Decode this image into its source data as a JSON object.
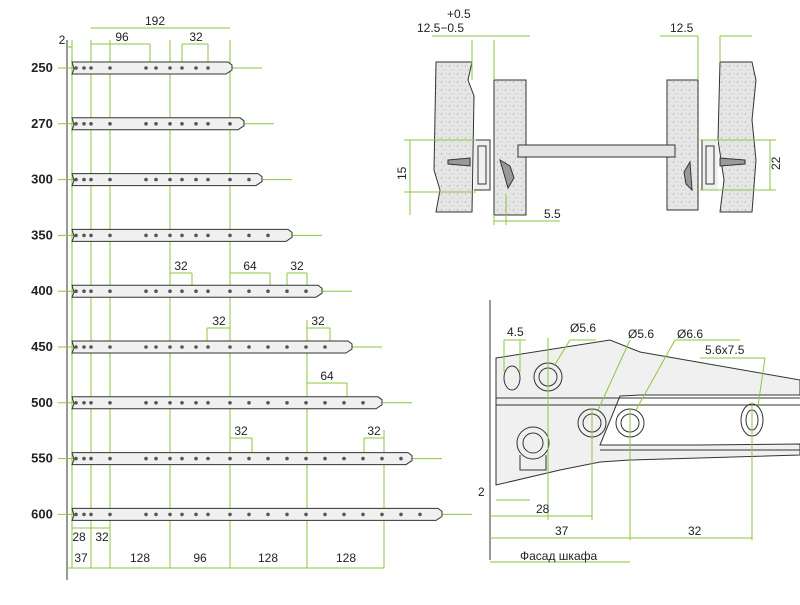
{
  "colors": {
    "dimension_line": "#8cc63f",
    "outline": "#333333",
    "particle_board": "#e3e3e3",
    "steel": "#f0f0f0",
    "hole": "#555555",
    "background": "#ffffff"
  },
  "rails": {
    "lengths": [
      "250",
      "270",
      "300",
      "350",
      "400",
      "450",
      "500",
      "550",
      "600"
    ]
  },
  "left_dims": {
    "top_offset": "2",
    "top_192": "192",
    "top_96": "96",
    "top_32": "32",
    "r400_a": "32",
    "r400_b": "64",
    "r400_c": "32",
    "r450_a": "32",
    "r450_b": "32",
    "r500_a": "64",
    "r550_a": "32",
    "r550_b": "32",
    "bottom_28": "28",
    "bottom_32": "32",
    "bottom_37": "37",
    "bottom_128a": "128",
    "bottom_96": "96",
    "bottom_128b": "128",
    "bottom_128c": "128"
  },
  "cross_section": {
    "tol_plus": "+0.5",
    "tol_minus": "12.5−0.5",
    "gap_right": "12.5",
    "height_left": "15",
    "height_right": "22",
    "offset": "5.5"
  },
  "detail": {
    "d45": "4.5",
    "d56a": "Ø5.6",
    "d56b": "Ø5.6",
    "d66": "Ø6.6",
    "slot": "5.6x7.5",
    "dim2": "2",
    "dim28": "28",
    "dim37": "37",
    "dim32": "32",
    "facade": "Фасад шкафа"
  }
}
